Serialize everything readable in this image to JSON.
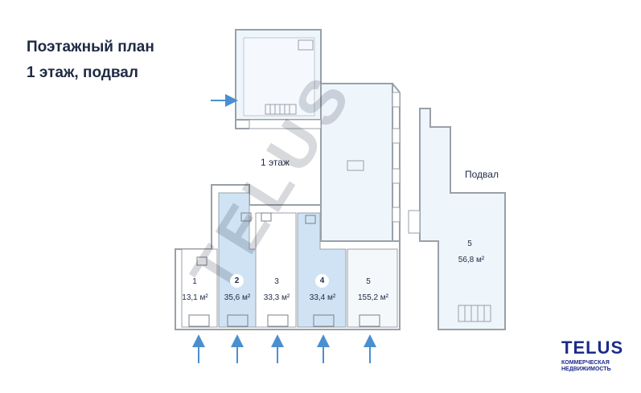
{
  "title": "Поэтажный план",
  "subtitle": "1 этаж, подвал",
  "floor_label": "1 этаж",
  "basement_label": "Подвал",
  "watermark": "TELUS",
  "units": [
    {
      "id": "1",
      "area": "13,1 м²"
    },
    {
      "id": "2",
      "area": "35,6 м²"
    },
    {
      "id": "3",
      "area": "33,3 м²"
    },
    {
      "id": "4",
      "area": "33,4 м²"
    },
    {
      "id": "5",
      "area": "155,2 м²"
    }
  ],
  "basement_unit": {
    "id": "5",
    "area": "56,8 м²"
  },
  "logo": {
    "name": "TELUS",
    "line1": "КОММЕРЧЕСКАЯ",
    "line2": "НЕДВИЖИМОСТЬ"
  },
  "colors": {
    "text": "#1f2a44",
    "highlight": "#cfe3f4",
    "wall": "#9aa0a8",
    "brand": "#1d2b8c",
    "arrow": "#4a8fd0"
  }
}
